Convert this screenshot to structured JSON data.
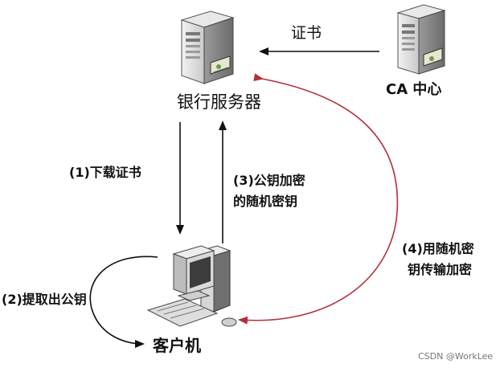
{
  "nodes": {
    "bank_server": "银行服务器",
    "ca_center": "CA 中心",
    "client": "客户机"
  },
  "edges": {
    "certificate": "证书",
    "step1": "(1)下载证书",
    "step2": "(2)提取出公钥",
    "step3_line1": "(3)公钥加密",
    "step3_line2": "的随机密钥",
    "step4_line1": "(4)用随机密",
    "step4_line2": "钥传输加密"
  },
  "watermark": "CSDN @WorkLee",
  "colors": {
    "arrow": "#111111",
    "curve_arrow": "#b1313a",
    "server_body": "#dcdcdc",
    "server_shadow": "#8a8a8a"
  }
}
